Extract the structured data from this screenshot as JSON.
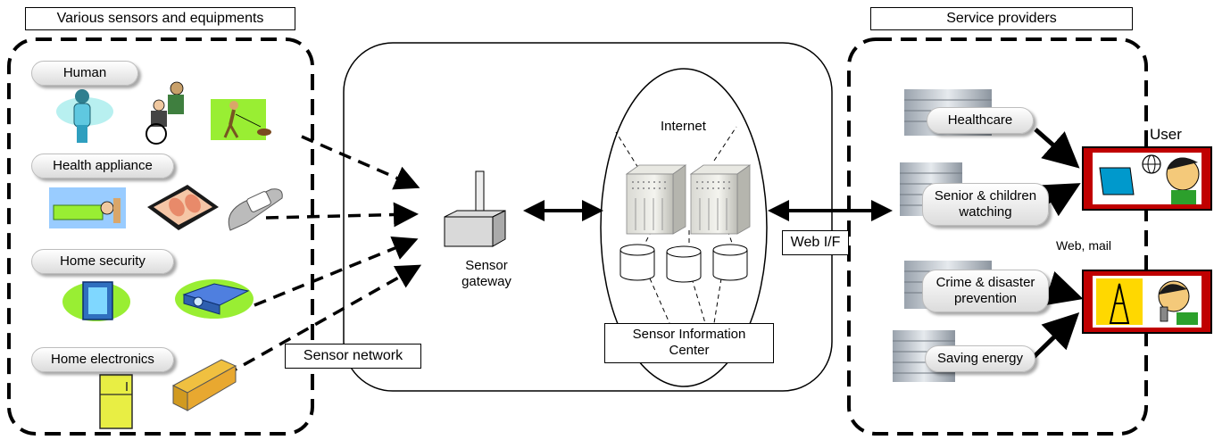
{
  "titles": {
    "sensors": "Various sensors and equipments",
    "providers": "Service providers"
  },
  "categories": {
    "human": "Human",
    "health": "Health appliance",
    "security": "Home security",
    "electronics": "Home electronics"
  },
  "network": {
    "sensor_network": "Sensor network",
    "gateway_line1": "Sensor",
    "gateway_line2": "gateway",
    "internet": "Internet",
    "center_line1": "Sensor Information",
    "center_line2": "Center",
    "web_if": "Web I/F"
  },
  "services": {
    "healthcare": "Healthcare",
    "senior_line1": "Senior & children",
    "senior_line2": "watching",
    "crime_line1": "Crime & disaster",
    "crime_line2": "prevention",
    "energy": "Saving energy"
  },
  "user": {
    "label": "User",
    "web_mail": "Web, mail"
  }
}
